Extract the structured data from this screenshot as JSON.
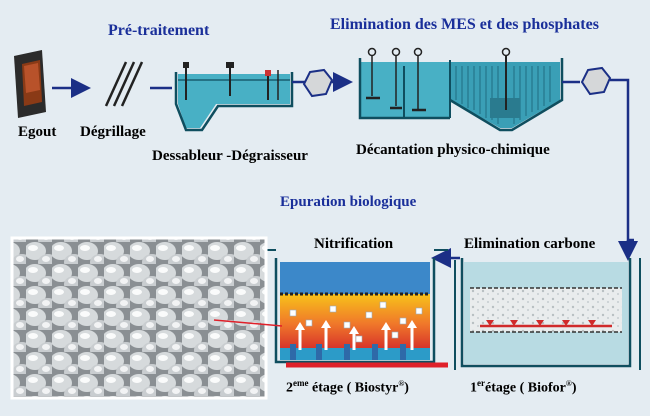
{
  "sections": {
    "pretreatment_title": "Pré-traitement",
    "mes_title": "Elimination des MES et des phosphates",
    "bio_title": "Epuration biologique",
    "nitrification_title": "Nitrification",
    "carbon_title": "Elimination carbone"
  },
  "stages": {
    "egout": "Egout",
    "degrillage": "Dégrillage",
    "dessableur": "Dessableur -Dégraisseur",
    "decantation": "Décantation physico-chimique"
  },
  "biofilter": {
    "stage2_prefix": "2",
    "stage2_sup": "eme",
    "stage2_text": " étage ( Biostyr",
    "stage2_reg": "®",
    "stage2_close": ")",
    "stage1_prefix": "1",
    "stage1_sup": "er",
    "stage1_text": "étage ( Biofor",
    "stage1_reg": "®",
    "stage1_close": ")"
  },
  "colors": {
    "background": "#e4ecf2",
    "title_blue": "#1a2f9a",
    "pipe": "#1b2f86",
    "water": "#3d9fc0",
    "tank_outline": "#0f4e5f",
    "red_line": "#e0202a"
  }
}
